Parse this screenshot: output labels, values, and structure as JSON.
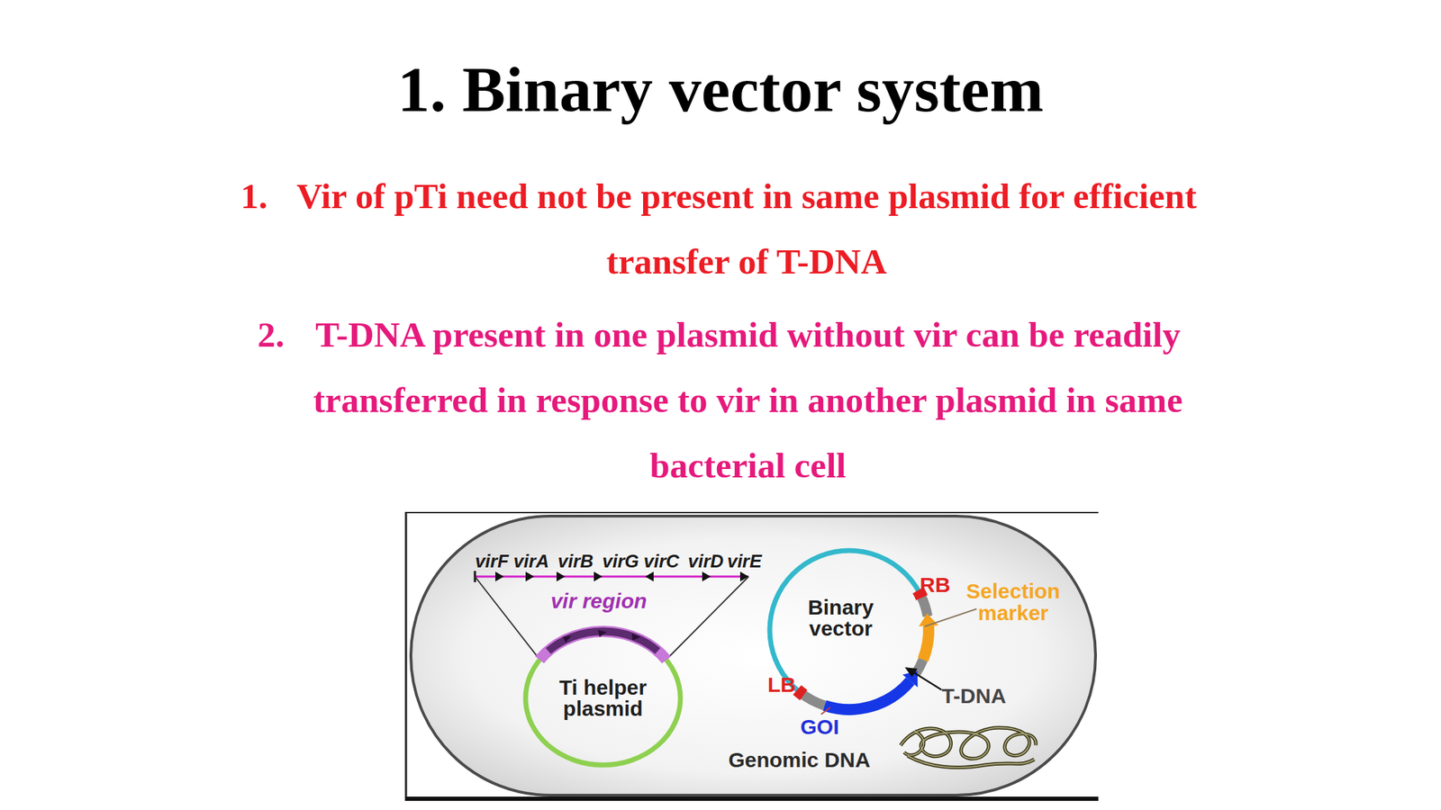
{
  "diagram": {
    "title": "1. Binary vector system",
    "nodes": [
      {
        "text": [
          "Ti helper plasmid"
        ]
      },
      {
        "text": [
          "Binary vector"
        ]
      }
    ],
    "labels": [
      "1.",
      "Vir of pTi need not be present in same plasmid for efficient transfer of T-DNA",
      "2.",
      "T-DNA present in one plasmid without vir can be readily transferred in response to vir in another plasmid in same bacterial cell",
      "virF",
      "virA",
      "virB",
      "virG",
      "virC",
      "virD",
      "virE",
      "vir region",
      "RB",
      "Selection marker",
      "LB",
      "GOI",
      "T-DNA",
      "Genomic DNA"
    ]
  }
}
